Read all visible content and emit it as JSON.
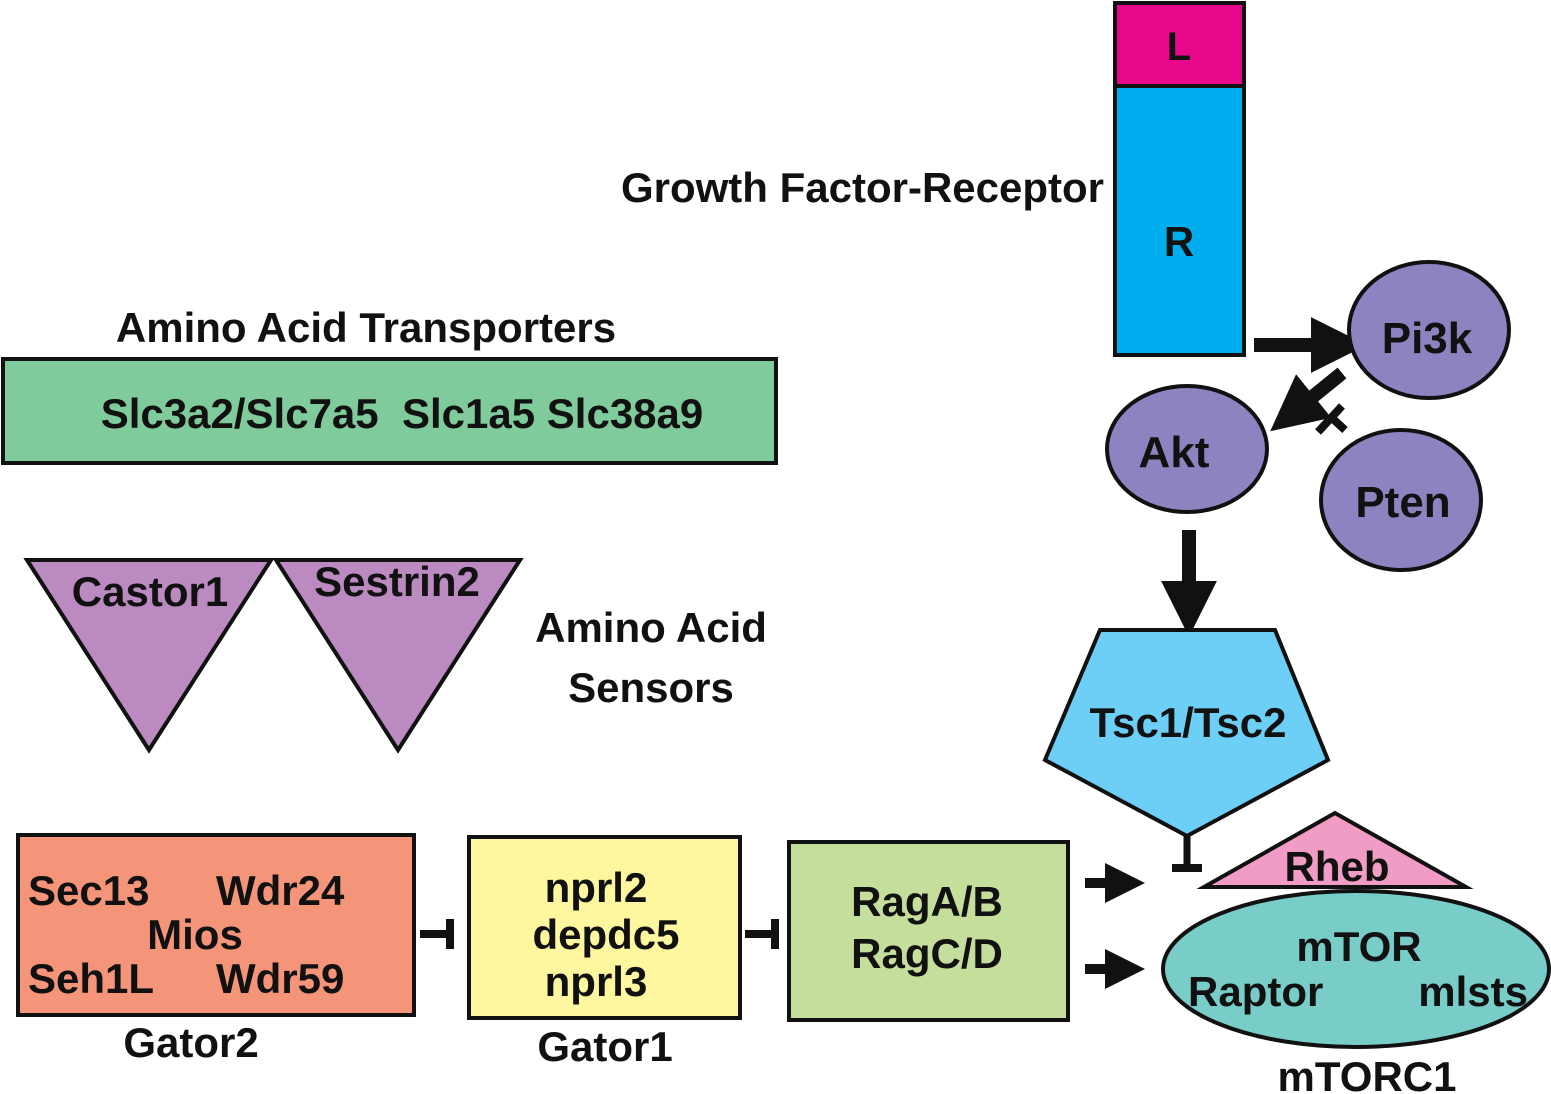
{
  "colors": {
    "ligand": "#E8078B",
    "receptor": "#00AEEF",
    "pathway_node": "#8B84C0",
    "transporters": "#7FCB9B",
    "sensors": "#BB8AC1",
    "gator2": "#F4957A",
    "gator1": "#FEF7A0",
    "rag": "#C5DE9C",
    "tsc": "#6DCFF6",
    "rheb": "#F19CC4",
    "mtorc1": "#79CDC8",
    "stroke": "#111111"
  },
  "receptor": {
    "ligand_label": "L",
    "receptor_label": "R",
    "title": "Growth Factor-Receptor"
  },
  "pathway": {
    "pi3k": "Pi3k",
    "akt": "Akt",
    "pten": "Pten",
    "tsc": "Tsc1/Tsc2",
    "rheb": "Rheb"
  },
  "transporters": {
    "title": "Amino Acid Transporters",
    "members": "Slc3a2/Slc7a5  Slc1a5 Slc38a9"
  },
  "sensors": {
    "castor": "Castor1",
    "sestrin": "Sestrin2",
    "title_line1": "Amino Acid",
    "title_line2": "Sensors"
  },
  "gator2": {
    "sec13": "Sec13",
    "wdr24": "Wdr24",
    "mios": "Mios",
    "seh1l": "Seh1L",
    "wdr59": "Wdr59",
    "name": "Gator2"
  },
  "gator1": {
    "nprl2": "nprl2",
    "depdc5": "depdc5",
    "nprl3": "nprl3",
    "name": "Gator1"
  },
  "rag": {
    "line1": "RagA/B",
    "line2": "RagC/D"
  },
  "mtorc1": {
    "mtor": "mTOR",
    "raptor": "Raptor",
    "mlsts": "mlsts",
    "name": "mTORC1"
  }
}
